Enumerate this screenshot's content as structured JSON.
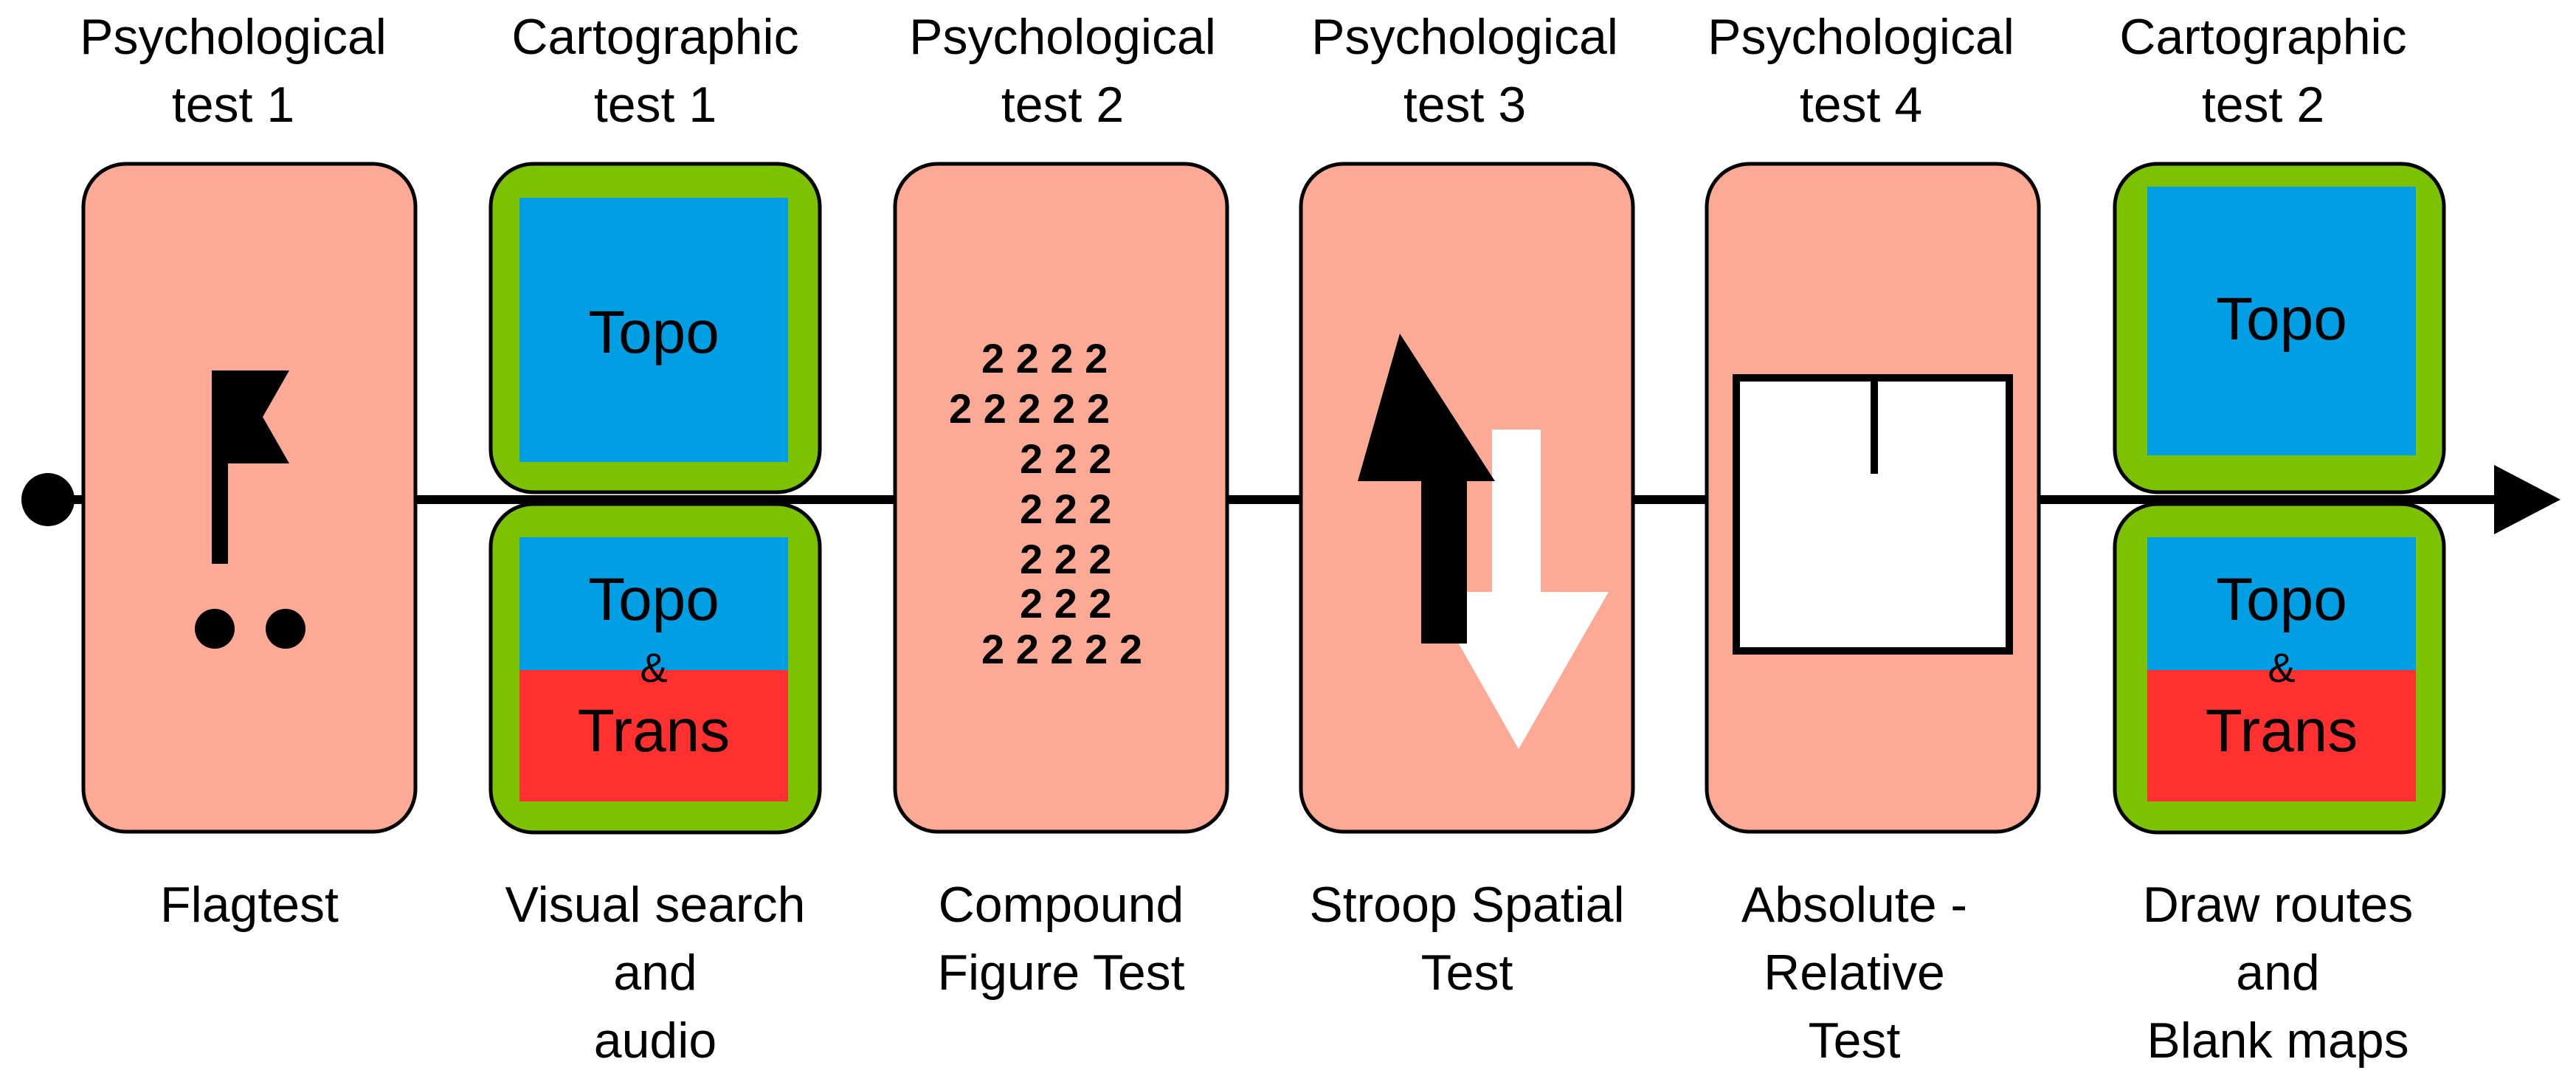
{
  "colors": {
    "psych_panel": "#fca995",
    "carto_frame": "#7dc200",
    "topo": "#009fe3",
    "trans": "#ff3030",
    "ink": "#000000"
  },
  "columns": [
    {
      "title": "Psychological\ntest 1",
      "caption": "Flagtest",
      "kind": "psychological",
      "icon": "flag-icon"
    },
    {
      "title": "Cartographic\ntest 1",
      "caption": "Visual search\nand\naudio",
      "kind": "cartographic",
      "top_map": "Topo",
      "bottom_map_top": "Topo",
      "bottom_map_amp": "&",
      "bottom_map_bottom": "Trans"
    },
    {
      "title": "Psychological\ntest 2",
      "caption": "Compound\nFigure Test",
      "kind": "psychological",
      "icon": "compound-figure-icon",
      "figure_rows": [
        "2 2 2 2",
        "2 2 2 2 2",
        "2 2 2",
        "2 2 2",
        "2 2 2",
        "2 2 2",
        "2 2 2 2 2"
      ]
    },
    {
      "title": "Psychological\ntest 3",
      "caption": "Stroop Spatial\nTest",
      "kind": "psychological",
      "icon": "stroop-arrows-icon"
    },
    {
      "title": "Psychological\ntest 4",
      "caption": "Absolute -\nRelative\nTest",
      "kind": "psychological",
      "icon": "square-line-icon"
    },
    {
      "title": "Cartographic\ntest 2",
      "caption": "Draw routes\nand\nBlank maps",
      "kind": "cartographic",
      "top_map": "Topo",
      "bottom_map_top": "Topo",
      "bottom_map_amp": "&",
      "bottom_map_bottom": "Trans"
    }
  ]
}
